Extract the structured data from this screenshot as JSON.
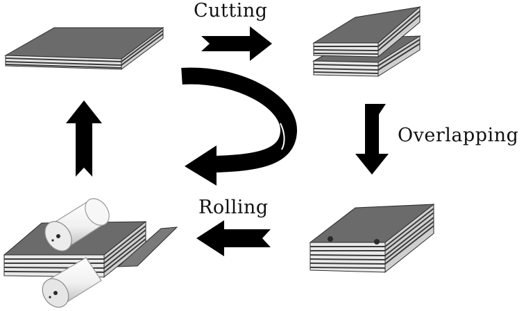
{
  "labels": {
    "cutting": "Cutting",
    "overlapping": "Overlapping",
    "rolling": "Rolling"
  },
  "colors": {
    "sheet_top": "#6b6b6b",
    "sheet_side": "#3a3a3a",
    "layer_light": "#e9e9e9",
    "arrow": "#000000",
    "roller": "#f2f2f2",
    "roller_edge": "#9a9a9a"
  }
}
